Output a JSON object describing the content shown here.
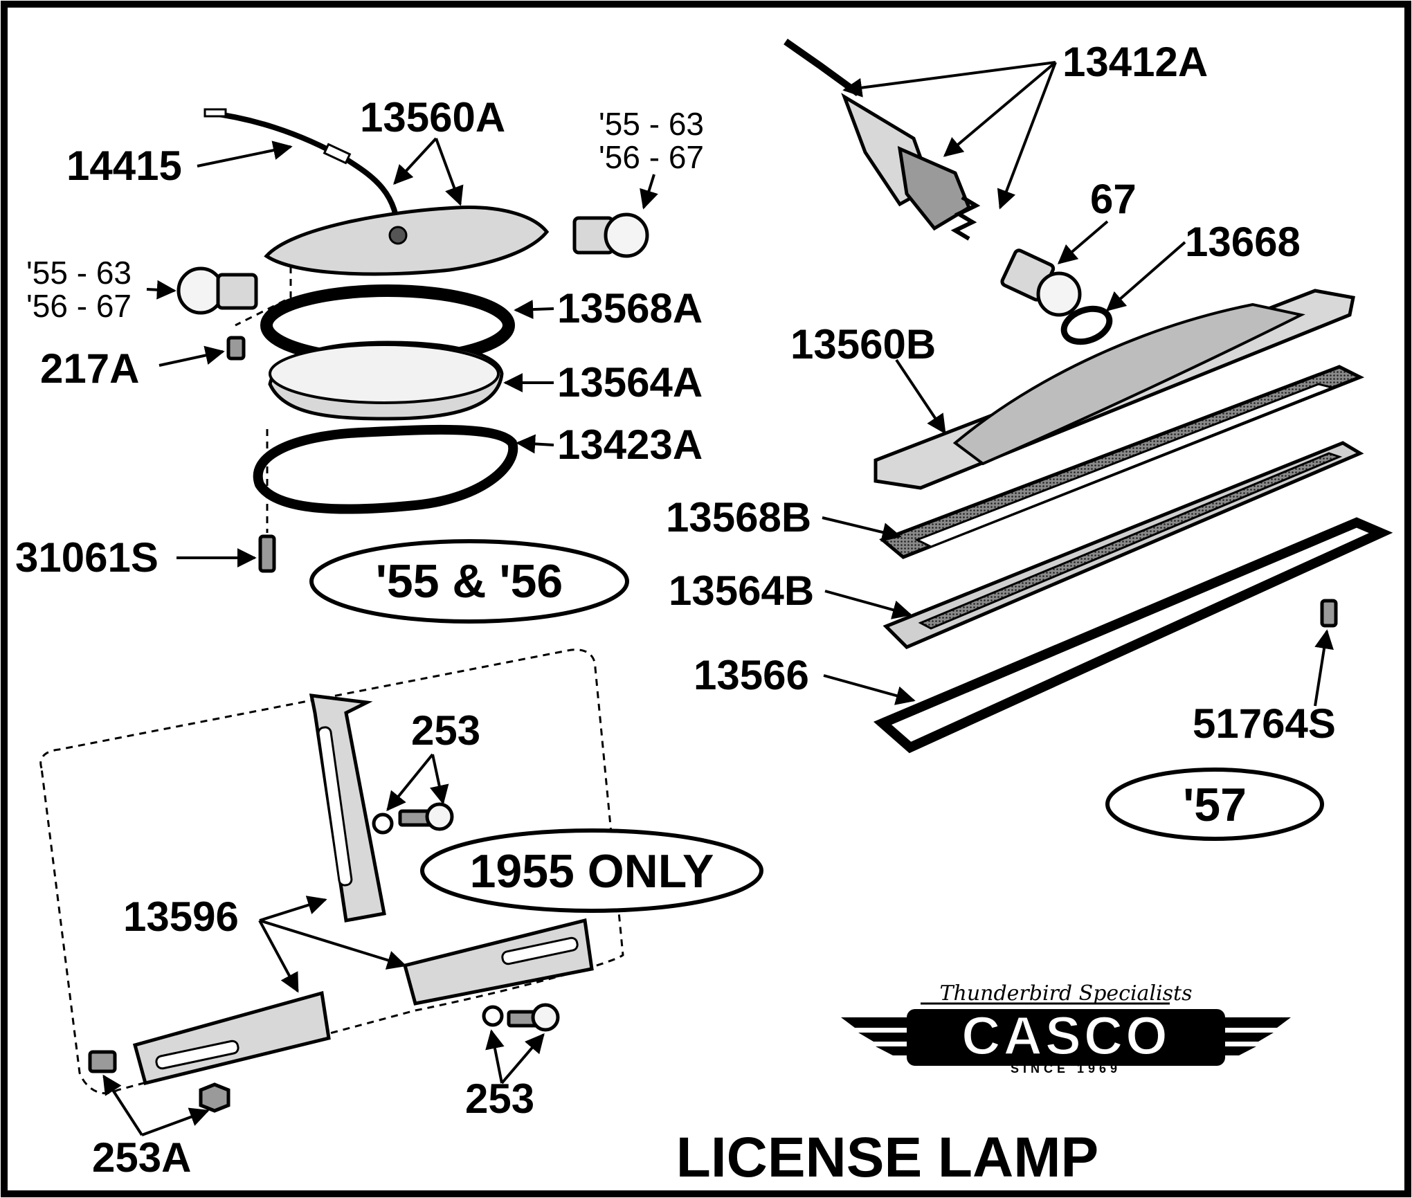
{
  "title": "LICENSE LAMP",
  "brand": {
    "tagline": "Thunderbird Specialists",
    "name": "CASCO",
    "since": "SINCE 1969"
  },
  "year_groups": {
    "g5556": "'55 & '56",
    "g57": "'57",
    "g1955": "1955 ONLY"
  },
  "labels": {
    "p14415": "14415",
    "p13560A": "13560A",
    "bulb_right_a": "'55 - 63",
    "bulb_right_b": "'56 - 67",
    "bulb_left_a": "'55 - 63",
    "bulb_left_b": "'56 - 67",
    "p13568A": "13568A",
    "p217A": "217A",
    "p13564A": "13564A",
    "p13423A": "13423A",
    "p31061S": "31061S",
    "p13412A": "13412A",
    "p67": "67",
    "p13668": "13668",
    "p13560B": "13560B",
    "p13568B": "13568B",
    "p13564B": "13564B",
    "p13566": "13566",
    "p51764S": "51764S",
    "p253_top": "253",
    "p13596": "13596",
    "p253_bottom": "253",
    "p253A": "253A"
  }
}
